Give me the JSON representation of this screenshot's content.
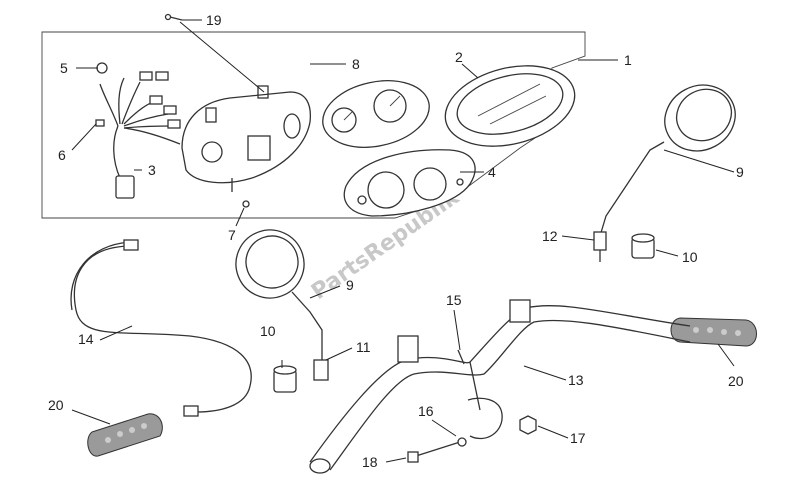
{
  "watermark": "PartsRepublik",
  "callouts": {
    "c1": "1",
    "c2": "2",
    "c3": "3",
    "c4": "4",
    "c5": "5",
    "c6": "6",
    "c7": "7",
    "c8": "8",
    "c9a": "9",
    "c9b": "9",
    "c10a": "10",
    "c10b": "10",
    "c11": "11",
    "c12": "12",
    "c13": "13",
    "c14": "14",
    "c15": "15",
    "c16": "16",
    "c17": "17",
    "c18": "18",
    "c19": "19",
    "c20a": "20",
    "c20b": "20"
  }
}
